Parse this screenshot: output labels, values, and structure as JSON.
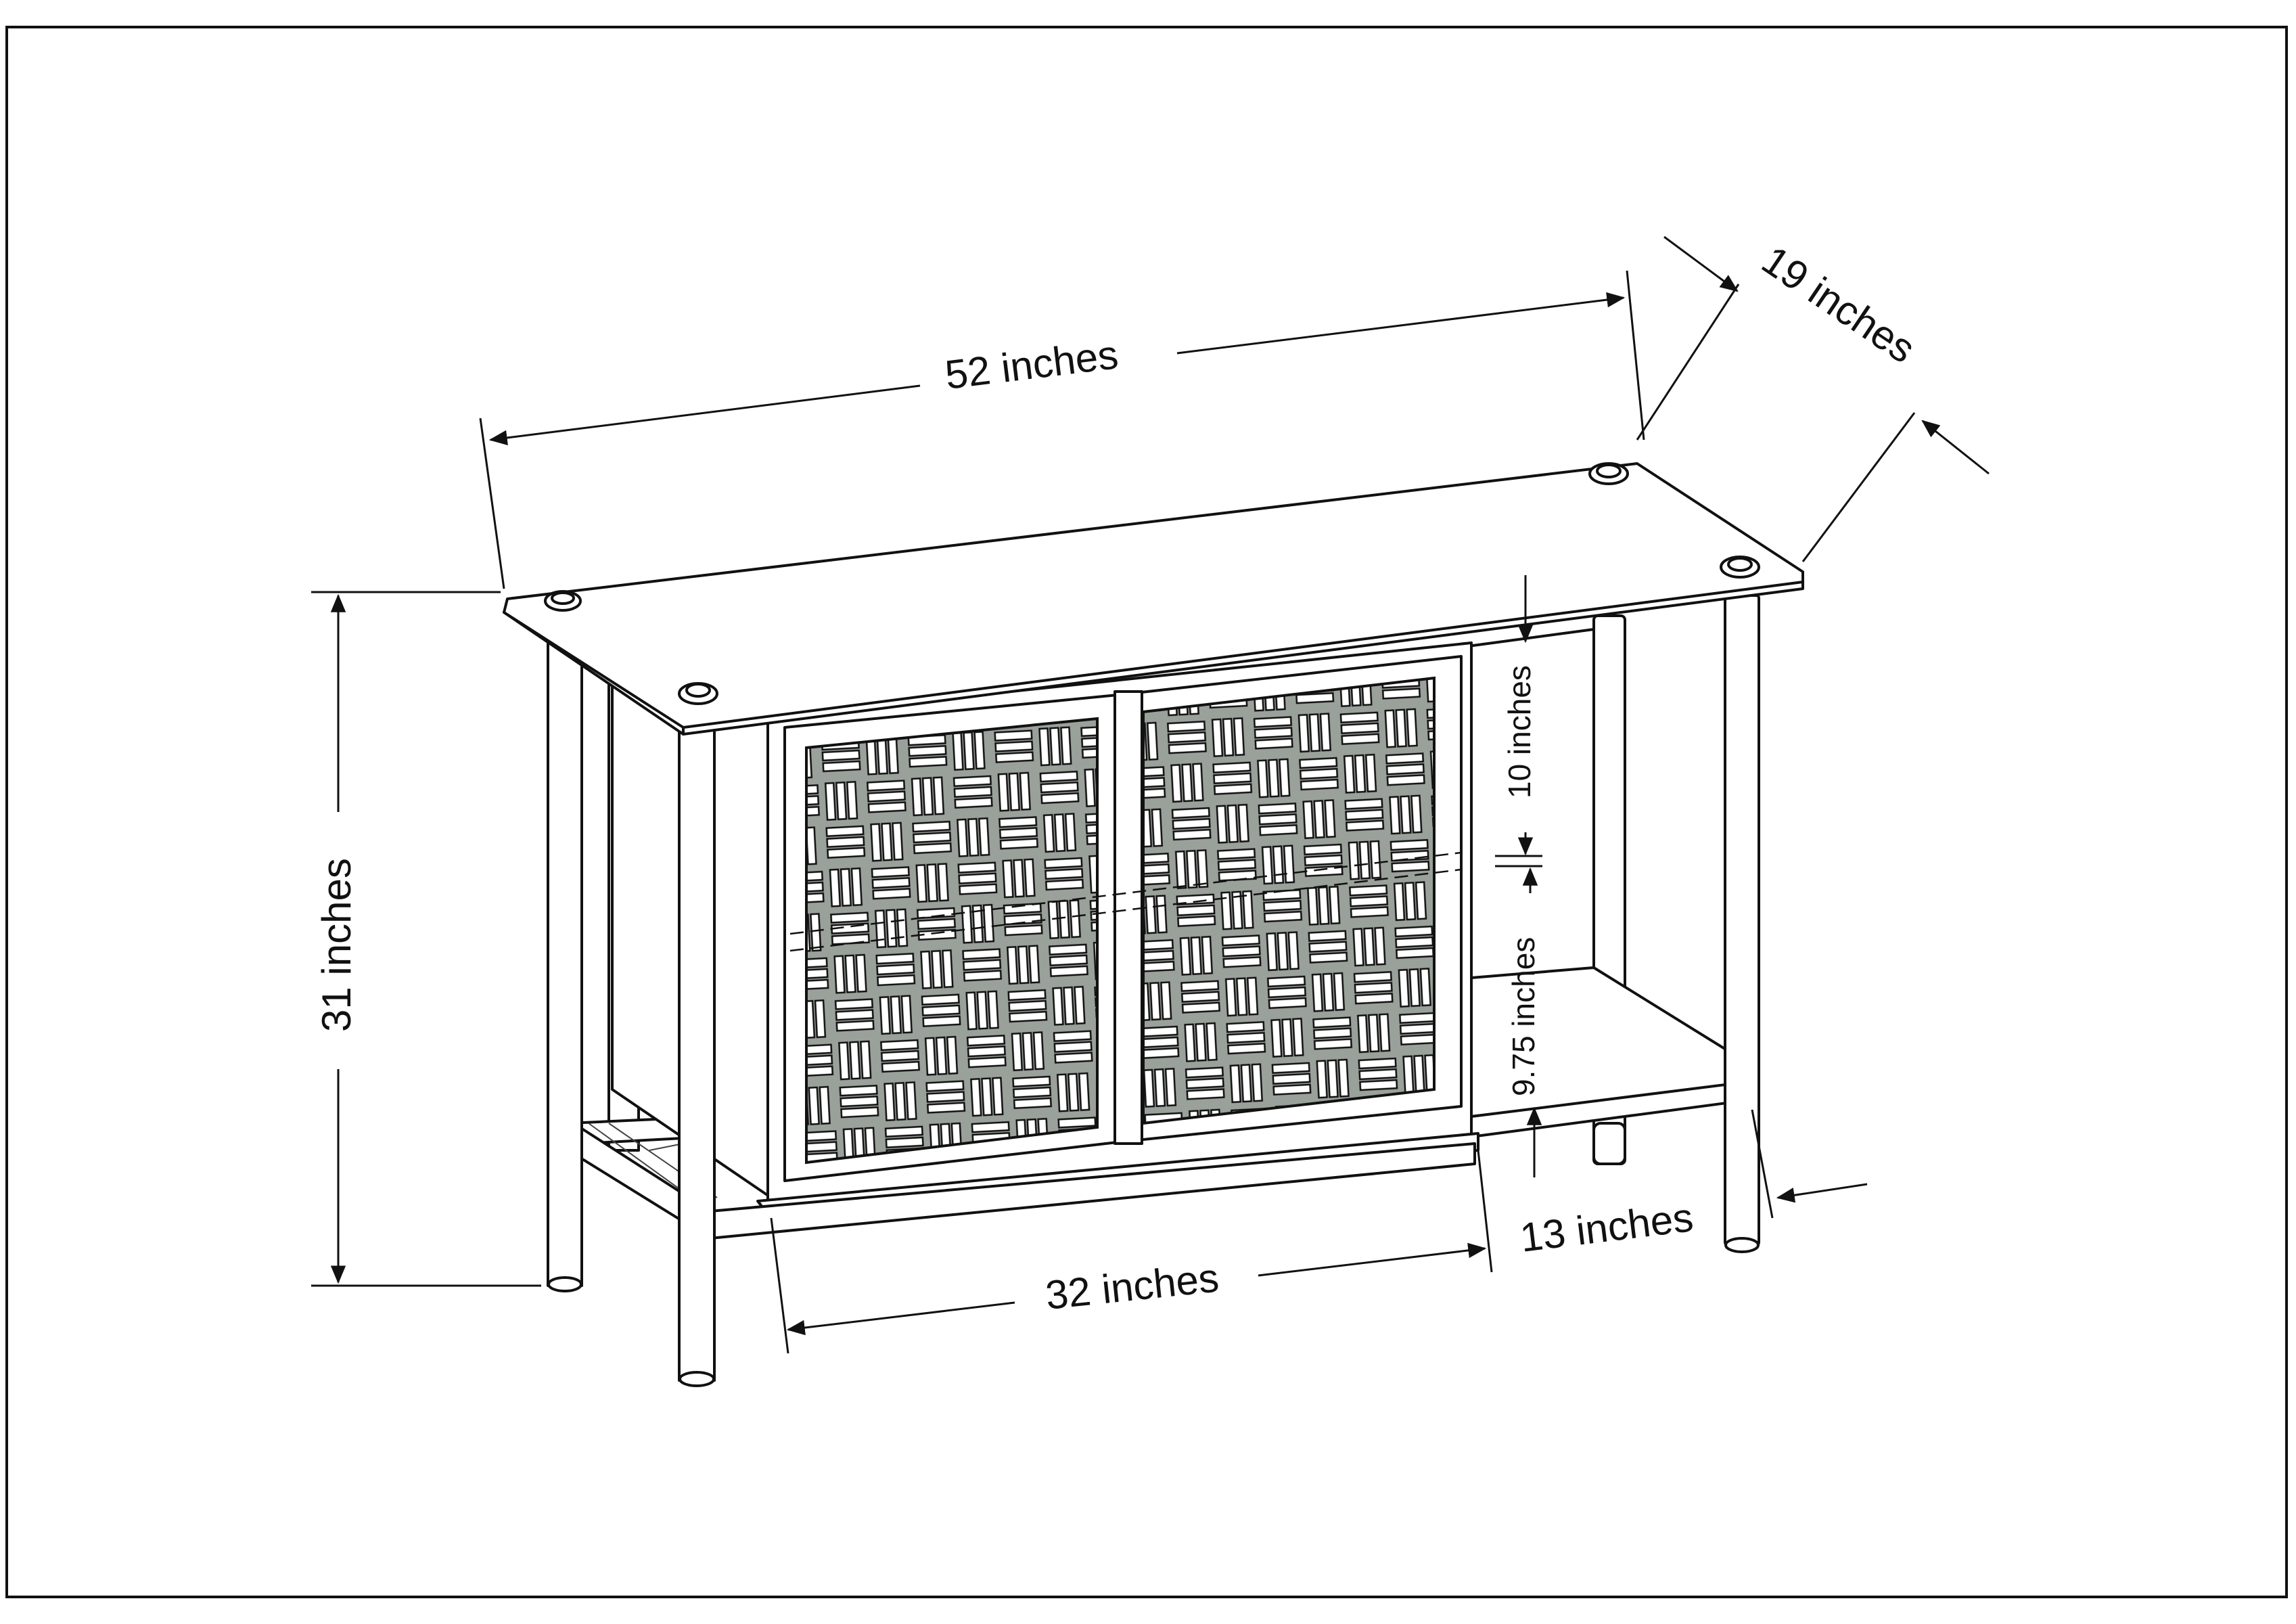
{
  "dimensions": {
    "width": "52 inches",
    "depth": "19 inches",
    "height": "31 inches",
    "upper_shelf_clearance": "10  inches",
    "lower_shelf_clearance": "9.75 inches",
    "door_opening_width": "32 inches",
    "open_shelf_width": "13 inches"
  },
  "colors": {
    "line": "#111111",
    "panel": "#9aa09a",
    "weave": "#ffffff"
  }
}
